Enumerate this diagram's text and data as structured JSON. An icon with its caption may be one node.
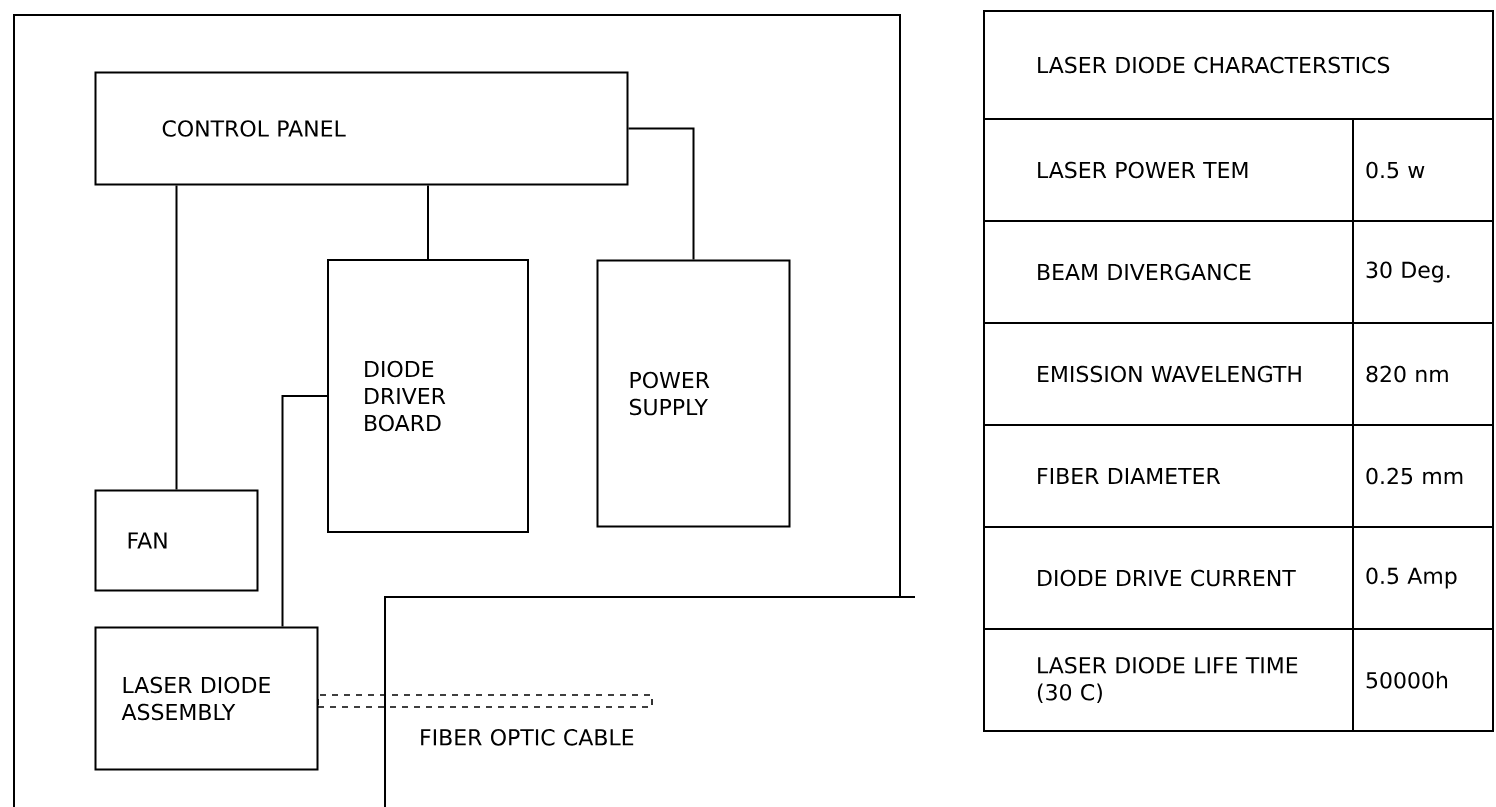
{
  "diagram": {
    "nodes": [
      {
        "text": [
          "CONTROL PANEL"
        ]
      },
      {
        "text": [
          "DIODE DRIVER BOARD"
        ]
      },
      {
        "text": [
          "POWER SUPPLY"
        ]
      },
      {
        "text": [
          "FAN"
        ]
      },
      {
        "text": [
          "LASER DIODE ASSEMBLY"
        ]
      },
      {
        "text": [],
        "shape": "bar",
        "beside": [
          "FIBER OPTIC CABLE"
        ]
      }
    ],
    "edges": [
      {
        "from": 0,
        "to": 3,
        "arrow": "none"
      },
      {
        "from": 0,
        "to": 1,
        "arrow": "none"
      },
      {
        "from": 0,
        "to": 2,
        "arrow": "none"
      },
      {
        "from": 1,
        "to": 4,
        "arrow": "none"
      }
    ],
    "labels": [
      "LASER DIODE CHARACTERSTICS",
      "LASER POWER TEM",
      "0.5 w",
      "BEAM DIVERGANCE",
      "30 Deg.",
      "EMISSION WAVELENGTH",
      "820 nm",
      "FIBER DIAMETER",
      "0.25 mm",
      "DIODE DRIVE CURRENT",
      "0.5 Amp",
      "LASER DIODE LIFE TIME (30 C)",
      "50000h"
    ]
  }
}
